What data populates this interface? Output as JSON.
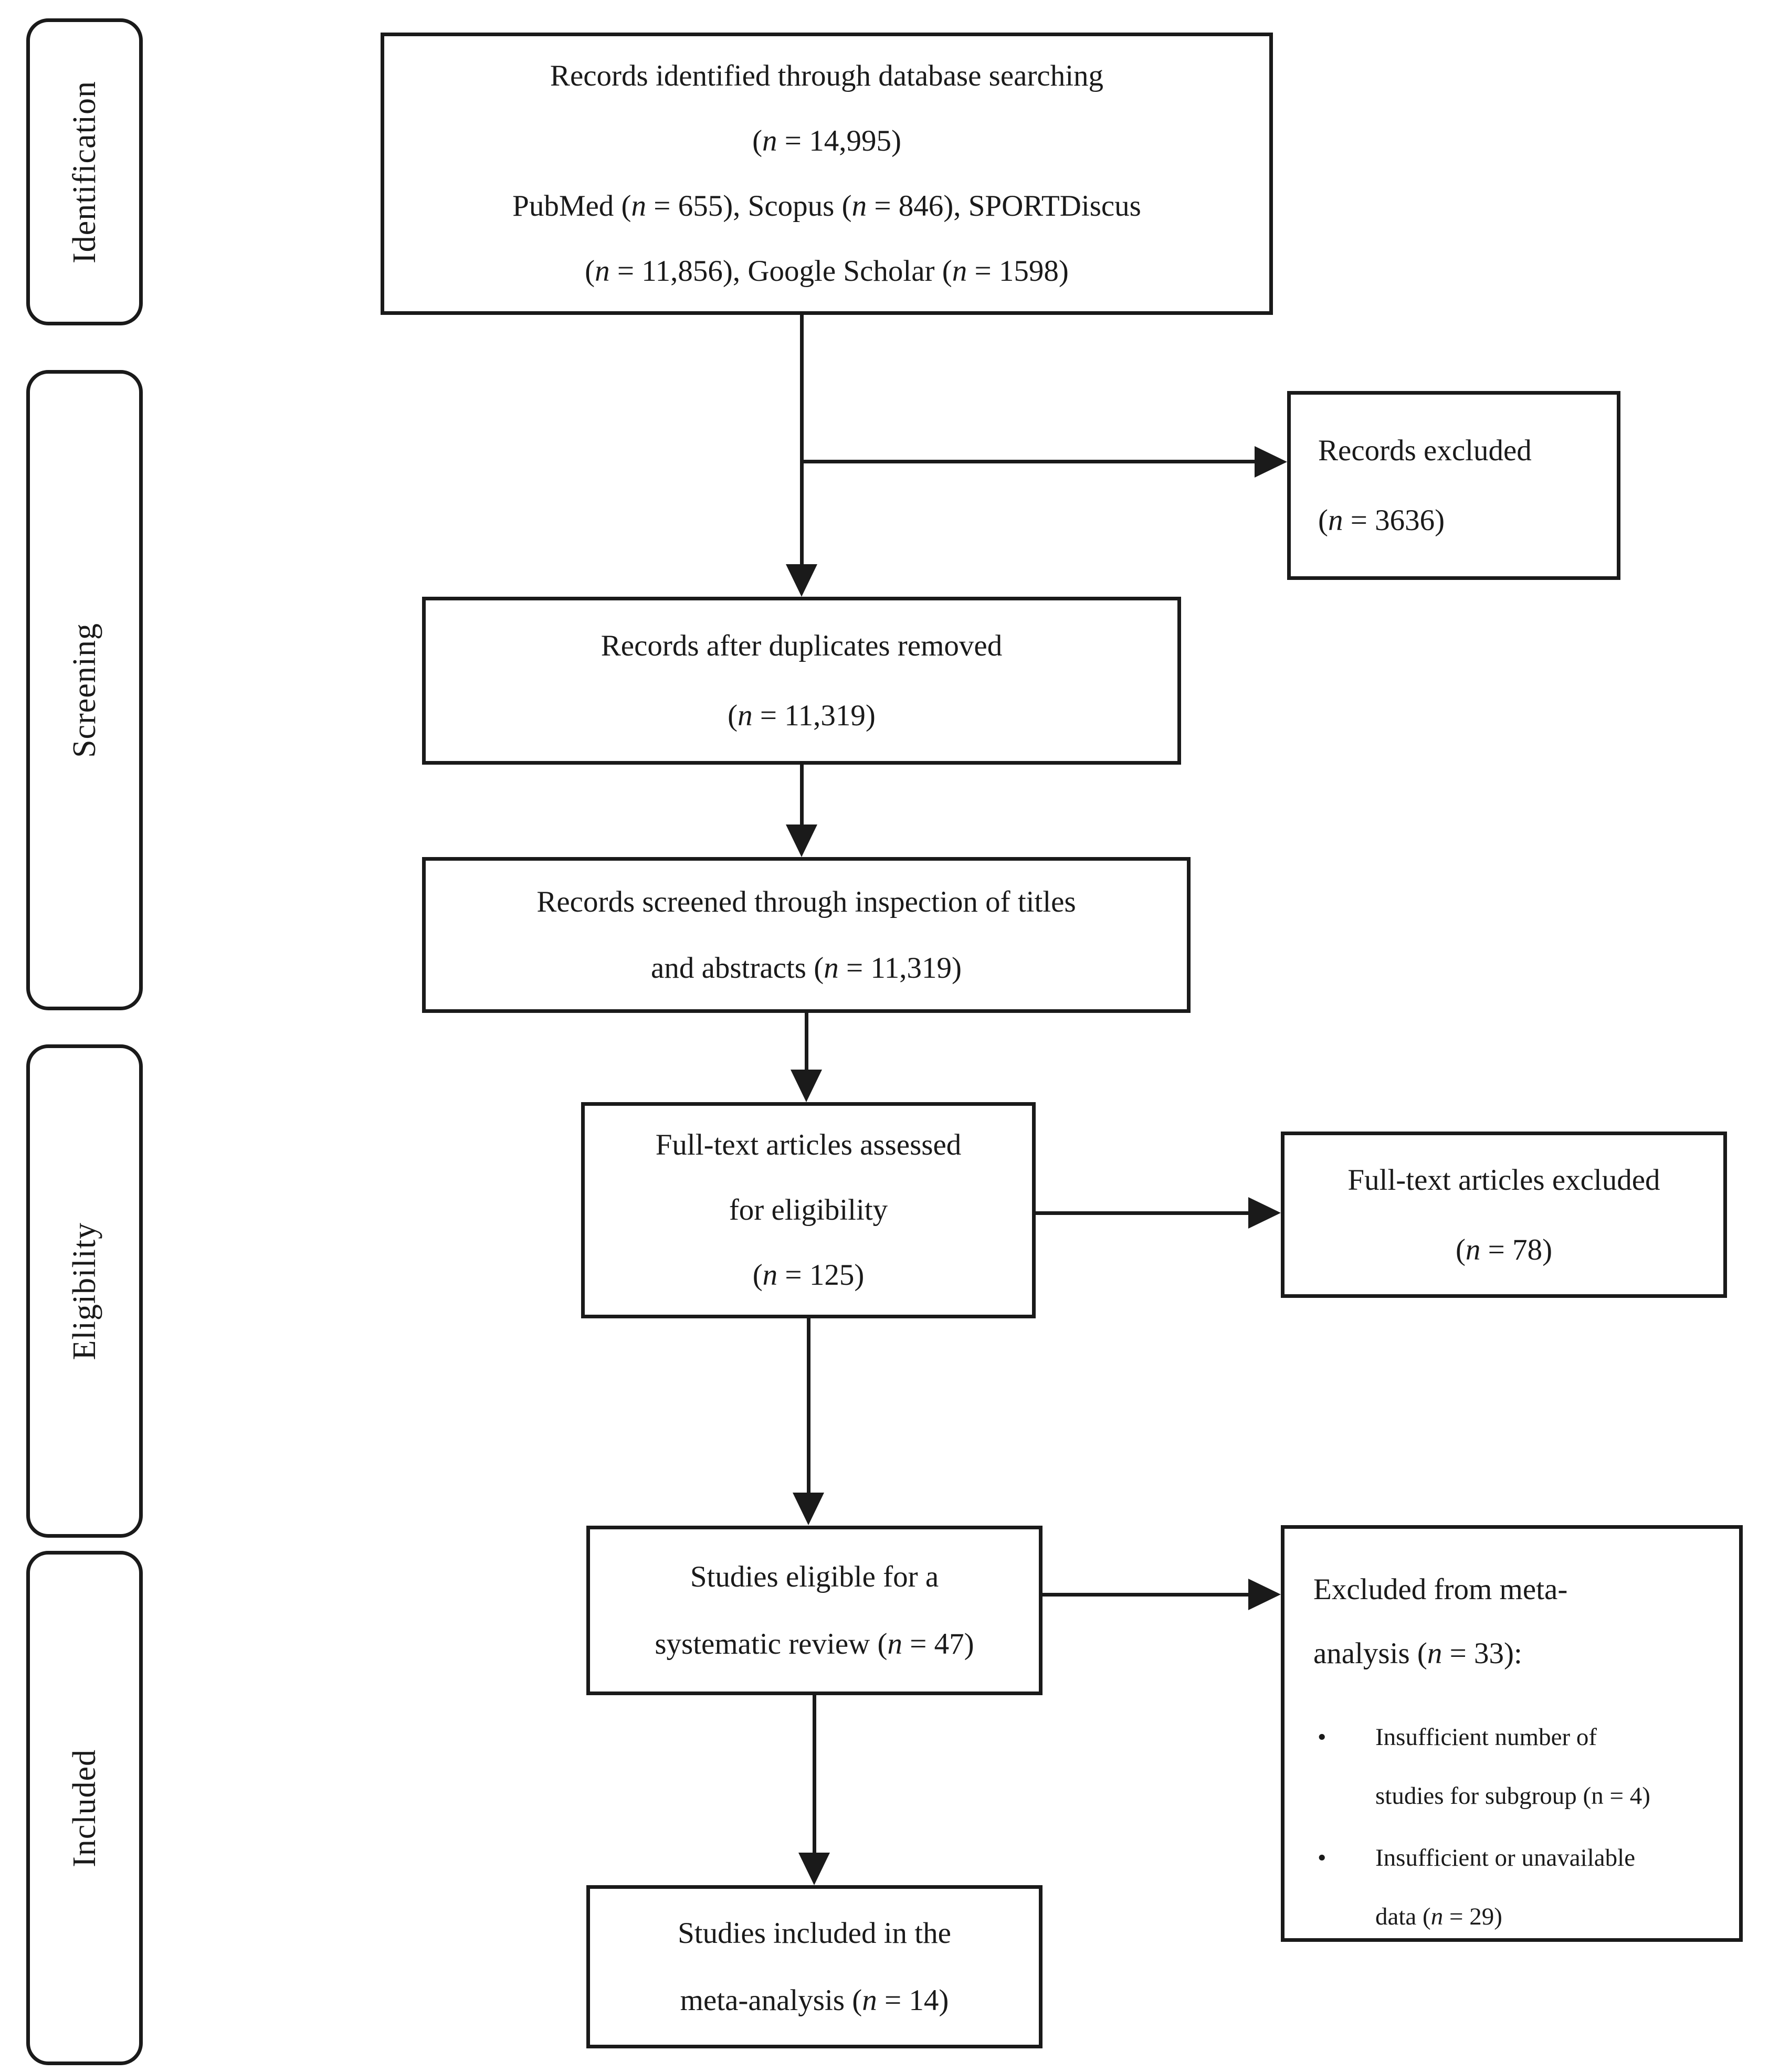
{
  "figure": {
    "kind": "PRISMA flow diagram"
  },
  "colors": {
    "ink": "#1a1a1a",
    "background": "#ffffff"
  },
  "bullet_glyph": "•",
  "stages": [
    {
      "label": "Identification"
    },
    {
      "label": "Screening"
    },
    {
      "label": "Eligibility"
    },
    {
      "label": "Included"
    }
  ],
  "boxes": {
    "identified": {
      "l1": "Records identified through database searching",
      "l2": [
        "(",
        "n",
        " = 14,995)"
      ],
      "l3": [
        "PubMed (",
        "n",
        " = 655), Scopus (",
        "n",
        " = 846), SPORTDiscus"
      ],
      "l4": [
        "(",
        "n",
        " = 11,856), Google Scholar (",
        "n",
        " = 1598)"
      ]
    },
    "records_excluded": {
      "l1": "Records excluded",
      "l2": [
        "(",
        "n",
        " = 3636)"
      ]
    },
    "after_duplicates": {
      "l1": "Records after duplicates removed",
      "l2": [
        "(",
        "n",
        " = 11,319)"
      ]
    },
    "screened": {
      "l1": "Records screened through inspection of titles",
      "l2": [
        "and abstracts (",
        "n",
        " = 11,319)"
      ]
    },
    "fulltext_assessed": {
      "l1": "Full-text articles assessed",
      "l2": "for eligibility",
      "l3": [
        "(",
        "n",
        " = 125)"
      ]
    },
    "fulltext_excluded": {
      "l1": "Full-text articles excluded",
      "l2": [
        "(",
        "n",
        " = 78)"
      ]
    },
    "eligible": {
      "l1": "Studies eligible for a",
      "l2": [
        "systematic review (",
        "n",
        " = 47)"
      ]
    },
    "meta_excluded": {
      "h1": "Excluded from meta-",
      "h2": [
        "analysis (",
        "n",
        " = 33):"
      ],
      "b1l1": "Insufficient number of",
      "b1l2": "studies for subgroup (n = 4)",
      "b2l1": "Insufficient or unavailable",
      "b2l2": [
        "data (",
        "n",
        " = 29)"
      ]
    },
    "included_meta": {
      "l1": "Studies included in the",
      "l2": [
        "meta-analysis (",
        "n",
        " = 14)"
      ]
    }
  }
}
